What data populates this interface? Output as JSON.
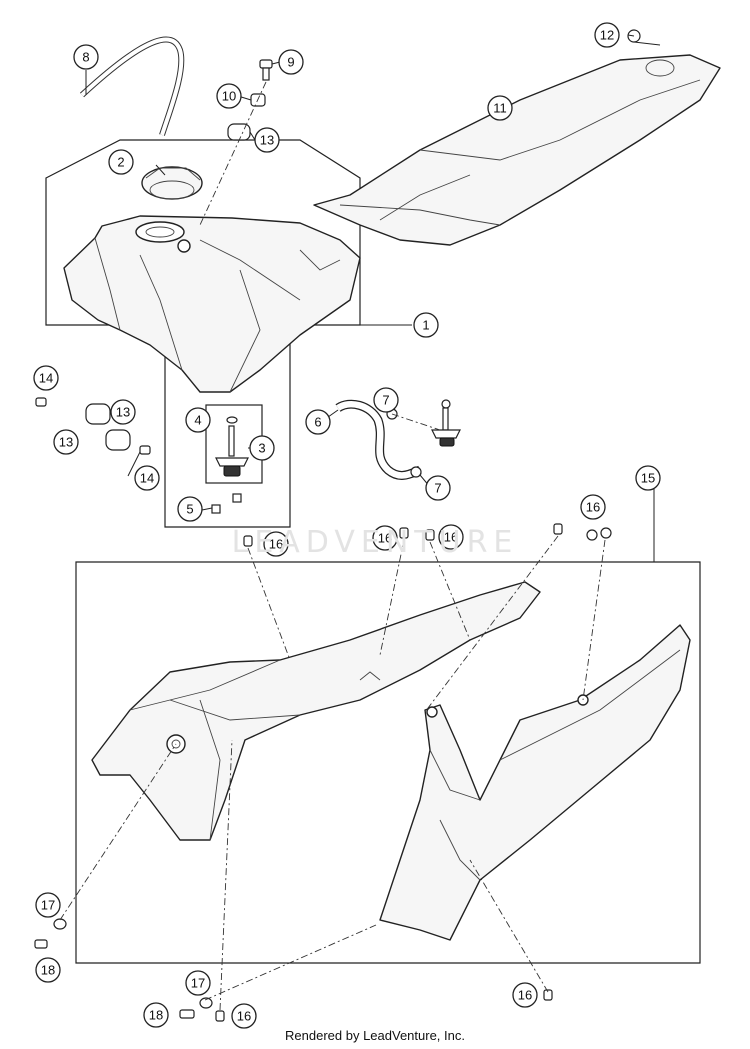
{
  "diagram": {
    "callouts": [
      {
        "id": "c1",
        "text": "1"
      },
      {
        "id": "c2",
        "text": "2"
      },
      {
        "id": "c3",
        "text": "3"
      },
      {
        "id": "c4",
        "text": "4"
      },
      {
        "id": "c5",
        "text": "5"
      },
      {
        "id": "c6",
        "text": "6"
      },
      {
        "id": "c7a",
        "text": "7"
      },
      {
        "id": "c7b",
        "text": "7"
      },
      {
        "id": "c8",
        "text": "8"
      },
      {
        "id": "c9",
        "text": "9"
      },
      {
        "id": "c10",
        "text": "10"
      },
      {
        "id": "c11",
        "text": "11"
      },
      {
        "id": "c12",
        "text": "12"
      },
      {
        "id": "c13a",
        "text": "13"
      },
      {
        "id": "c13b",
        "text": "13"
      },
      {
        "id": "c13c",
        "text": "13"
      },
      {
        "id": "c14a",
        "text": "14"
      },
      {
        "id": "c14b",
        "text": "14"
      },
      {
        "id": "c15",
        "text": "15"
      },
      {
        "id": "c16a",
        "text": "16"
      },
      {
        "id": "c16b",
        "text": "16"
      },
      {
        "id": "c16c",
        "text": "16"
      },
      {
        "id": "c16d",
        "text": "16"
      },
      {
        "id": "c16e",
        "text": "16"
      },
      {
        "id": "c16f",
        "text": "16"
      },
      {
        "id": "c17a",
        "text": "17"
      },
      {
        "id": "c17b",
        "text": "17"
      },
      {
        "id": "c18a",
        "text": "18"
      },
      {
        "id": "c18b",
        "text": "18"
      }
    ]
  },
  "watermark": "LEADVENTURE",
  "footer": "Rendered by LeadVenture, Inc."
}
